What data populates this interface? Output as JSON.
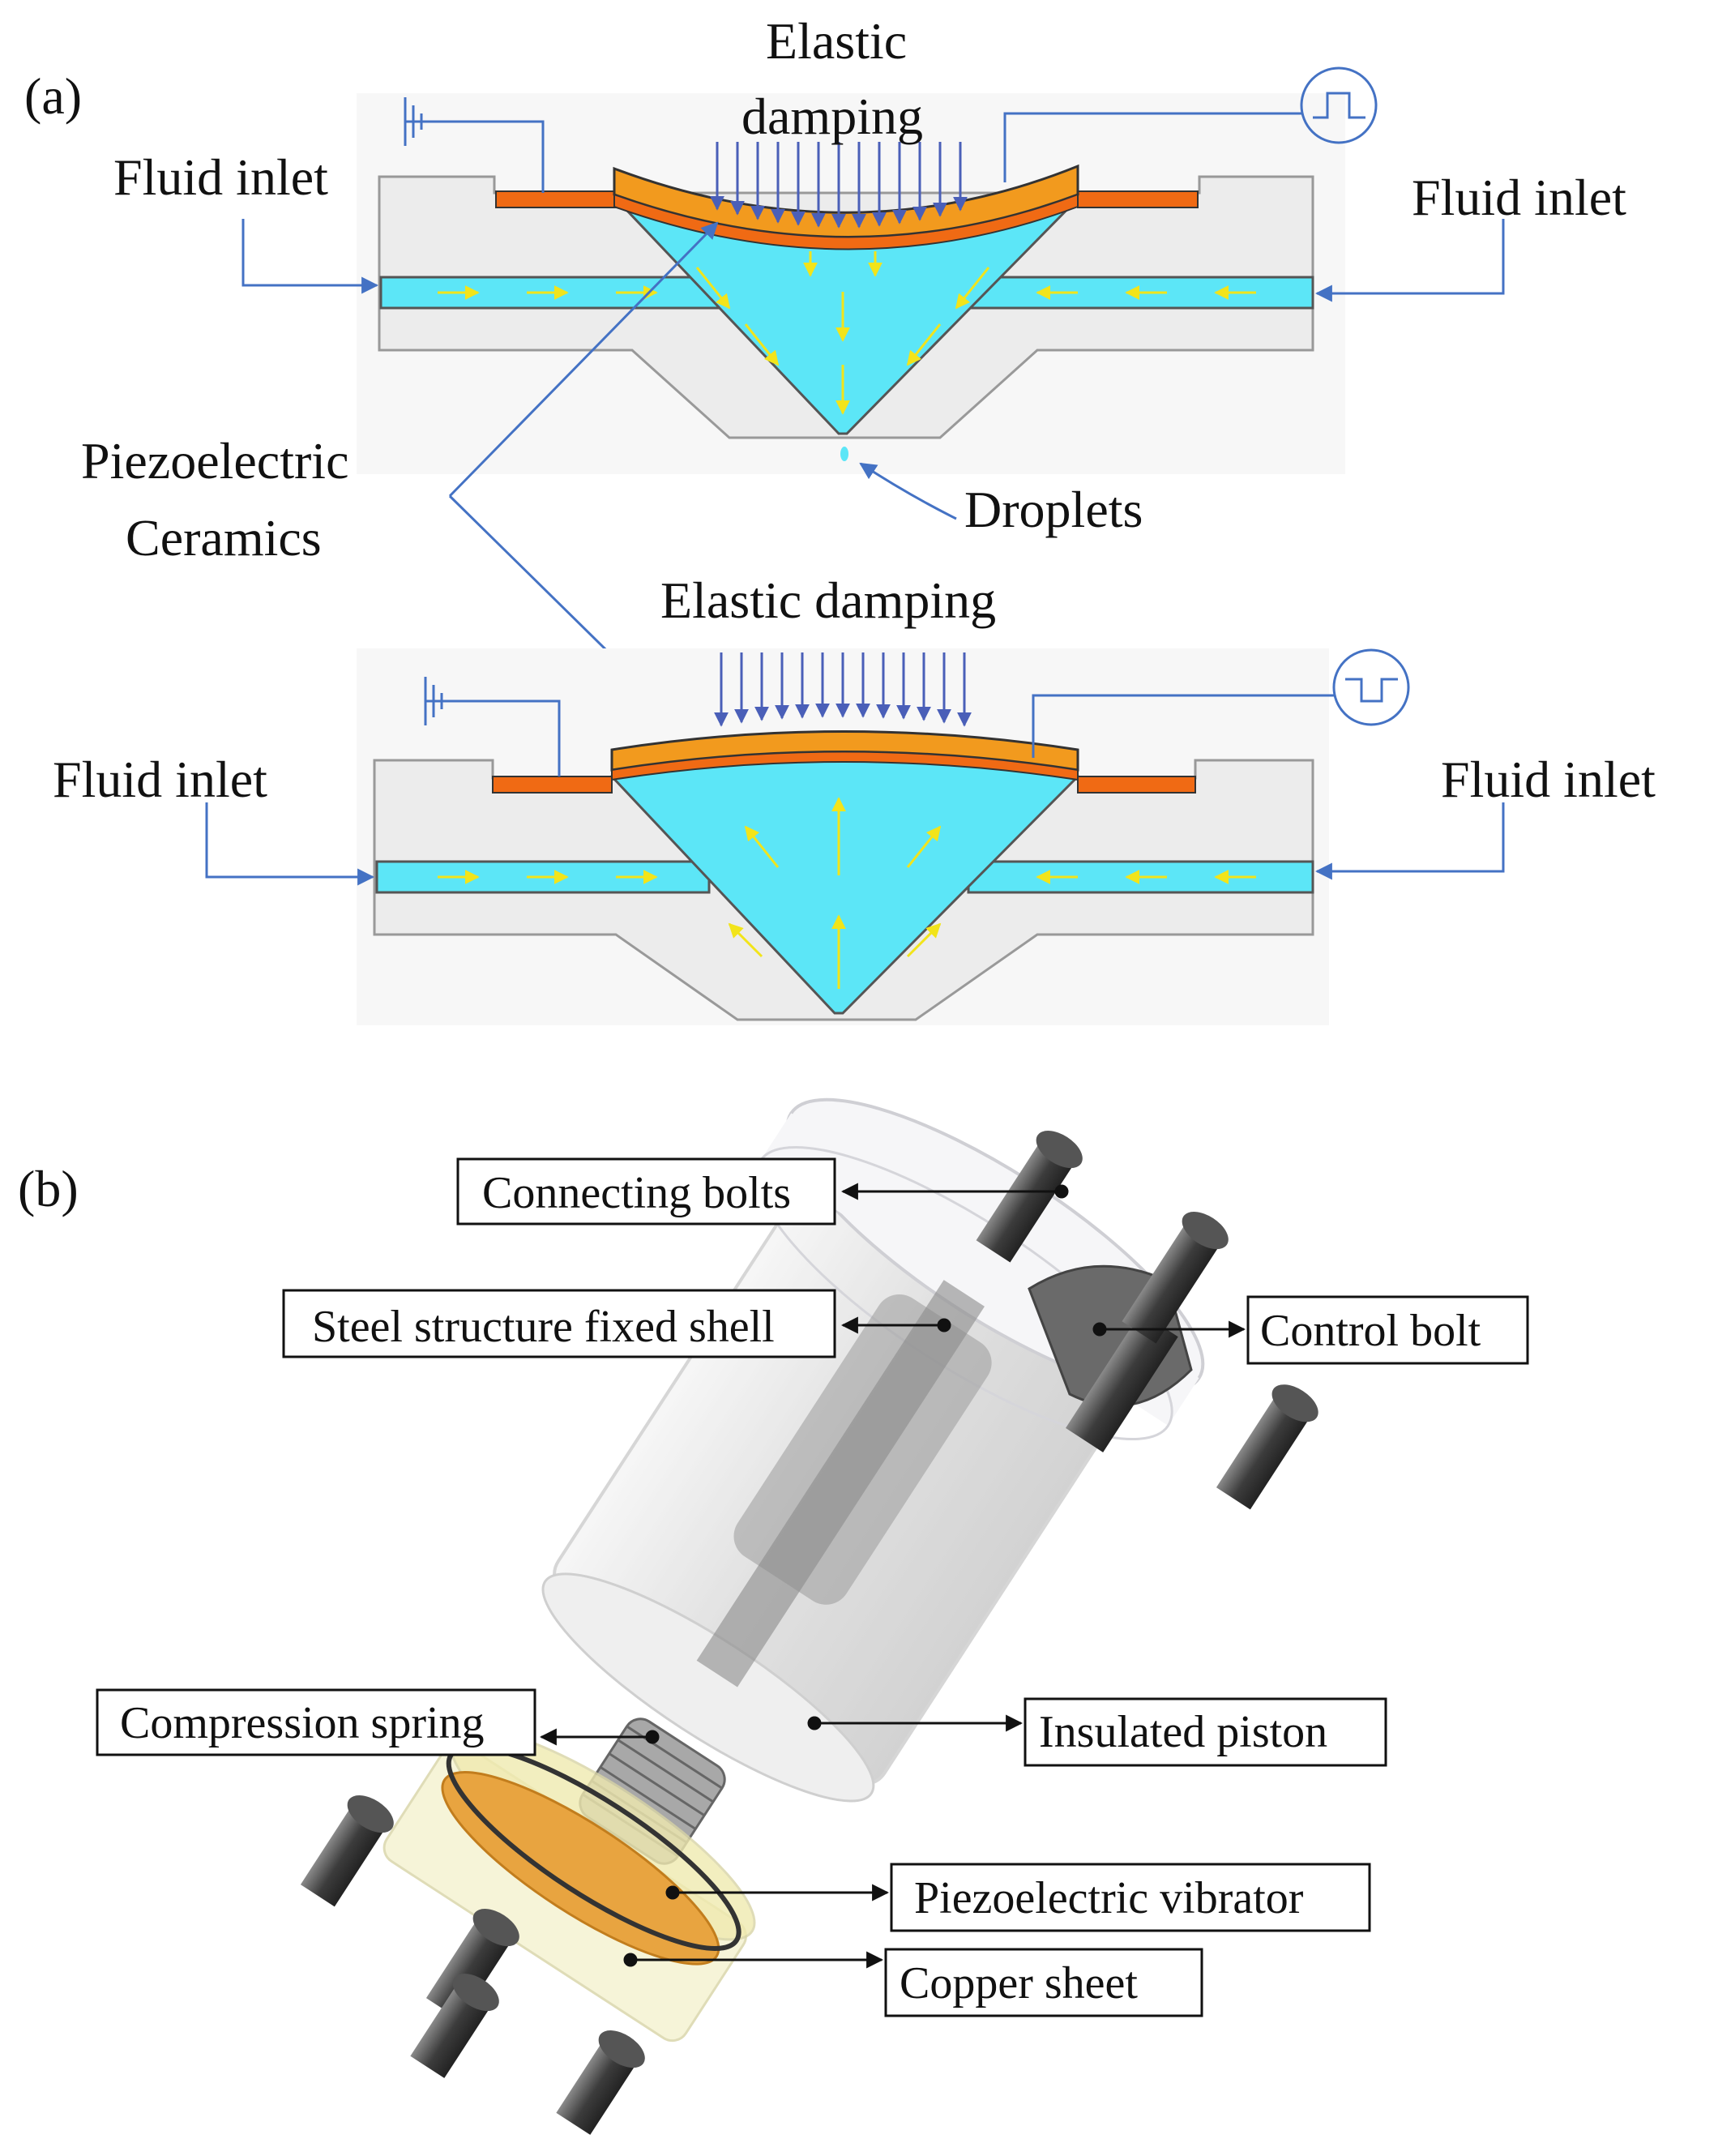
{
  "panel_a": {
    "tag": "(a)",
    "top": {
      "elastic_line1": "Elastic",
      "elastic_line2": "damping",
      "inlet_left": "Fluid inlet",
      "inlet_right": "Fluid inlet"
    },
    "piezo_line1": "Piezoelectric",
    "piezo_line2": "Ceramics",
    "droplets": "Droplets",
    "bottom": {
      "elastic": "Elastic damping",
      "inlet_left": "Fluid inlet",
      "inlet_right": "Fluid inlet"
    }
  },
  "panel_b": {
    "tag": "(b)",
    "labels": {
      "connecting_bolts": "Connecting bolts",
      "steel_shell": "Steel structure fixed shell",
      "control_bolt": "Control bolt",
      "compression_spring": "Compression spring",
      "insulated_piston": "Insulated piston",
      "piezo_vibrator": "Piezoelectric vibrator",
      "copper_sheet": "Copper sheet"
    }
  },
  "colors": {
    "fluid": "#5ce6f7",
    "plate": "#f29a1e",
    "electrode": "#f06a14",
    "body": "#ececec",
    "leader": "#4472c4",
    "flow_arrow": "#f2e41a"
  }
}
